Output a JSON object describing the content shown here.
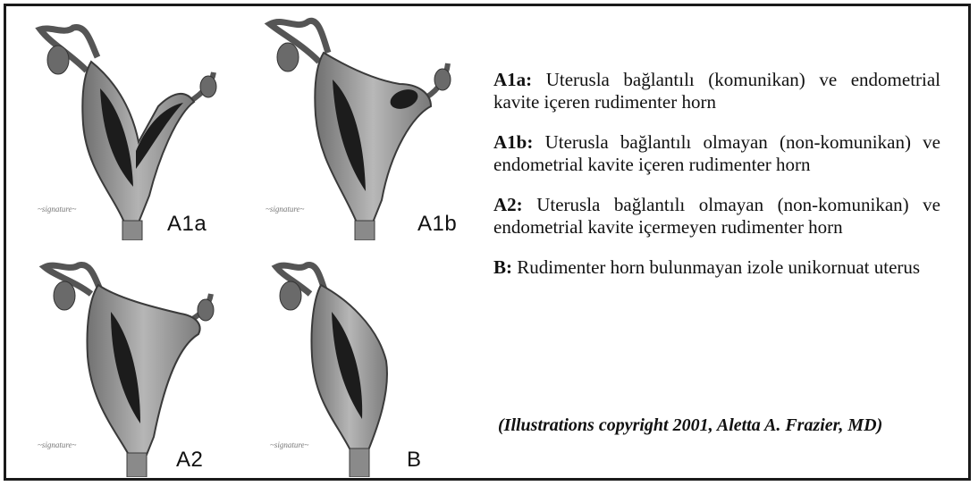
{
  "illustrations": [
    {
      "id": "A1a",
      "label": "A1a"
    },
    {
      "id": "A1b",
      "label": "A1b"
    },
    {
      "id": "A2",
      "label": "A2"
    },
    {
      "id": "B",
      "label": "B"
    }
  ],
  "legend": [
    {
      "code": "A1a:",
      "text": "Uterusla bağlantılı (komunikan) ve endometrial kavite içeren rudimenter horn"
    },
    {
      "code": "A1b:",
      "text": "Uterusla bağlantılı olmayan (non-komunikan) ve endometrial kavite içeren rudimenter horn"
    },
    {
      "code": "A2:",
      "text": "Uterusla bağlantılı olmayan (non-komunikan) ve endometrial kavite içermeyen rudimenter horn"
    },
    {
      "code": "B:",
      "text": "Rudimenter horn bulunmayan izole unikornuat uterus"
    }
  ],
  "credit": "(Illustrations copyright 2001, Aletta A. Frazier, MD)",
  "colors": {
    "tissue": "#8a8a8a",
    "tissue_light": "#b5b5b5",
    "cavity": "#1c1c1c",
    "outline": "#3a3a3a"
  },
  "icons": [
    "uterus-illustration",
    "ovary-icon",
    "signature-mark"
  ]
}
